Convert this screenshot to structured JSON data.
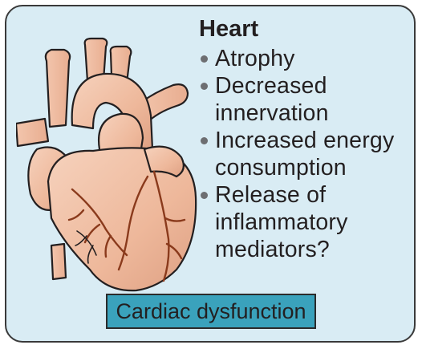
{
  "organ": {
    "title": "Heart",
    "effects": [
      "Atrophy",
      "Decreased innervation",
      "Increased energy consumption",
      "Release of inflammatory mediators?"
    ]
  },
  "outcome": {
    "label": "Cardiac dysfunction"
  },
  "colors": {
    "panel_background": "#d9ecf4",
    "heart_fill": "#f1c0a4",
    "vessel_color": "#8a3a1c",
    "outcome_box": "#3aa2bc"
  },
  "icons": {
    "organ_illustration": "heart-illustration"
  }
}
